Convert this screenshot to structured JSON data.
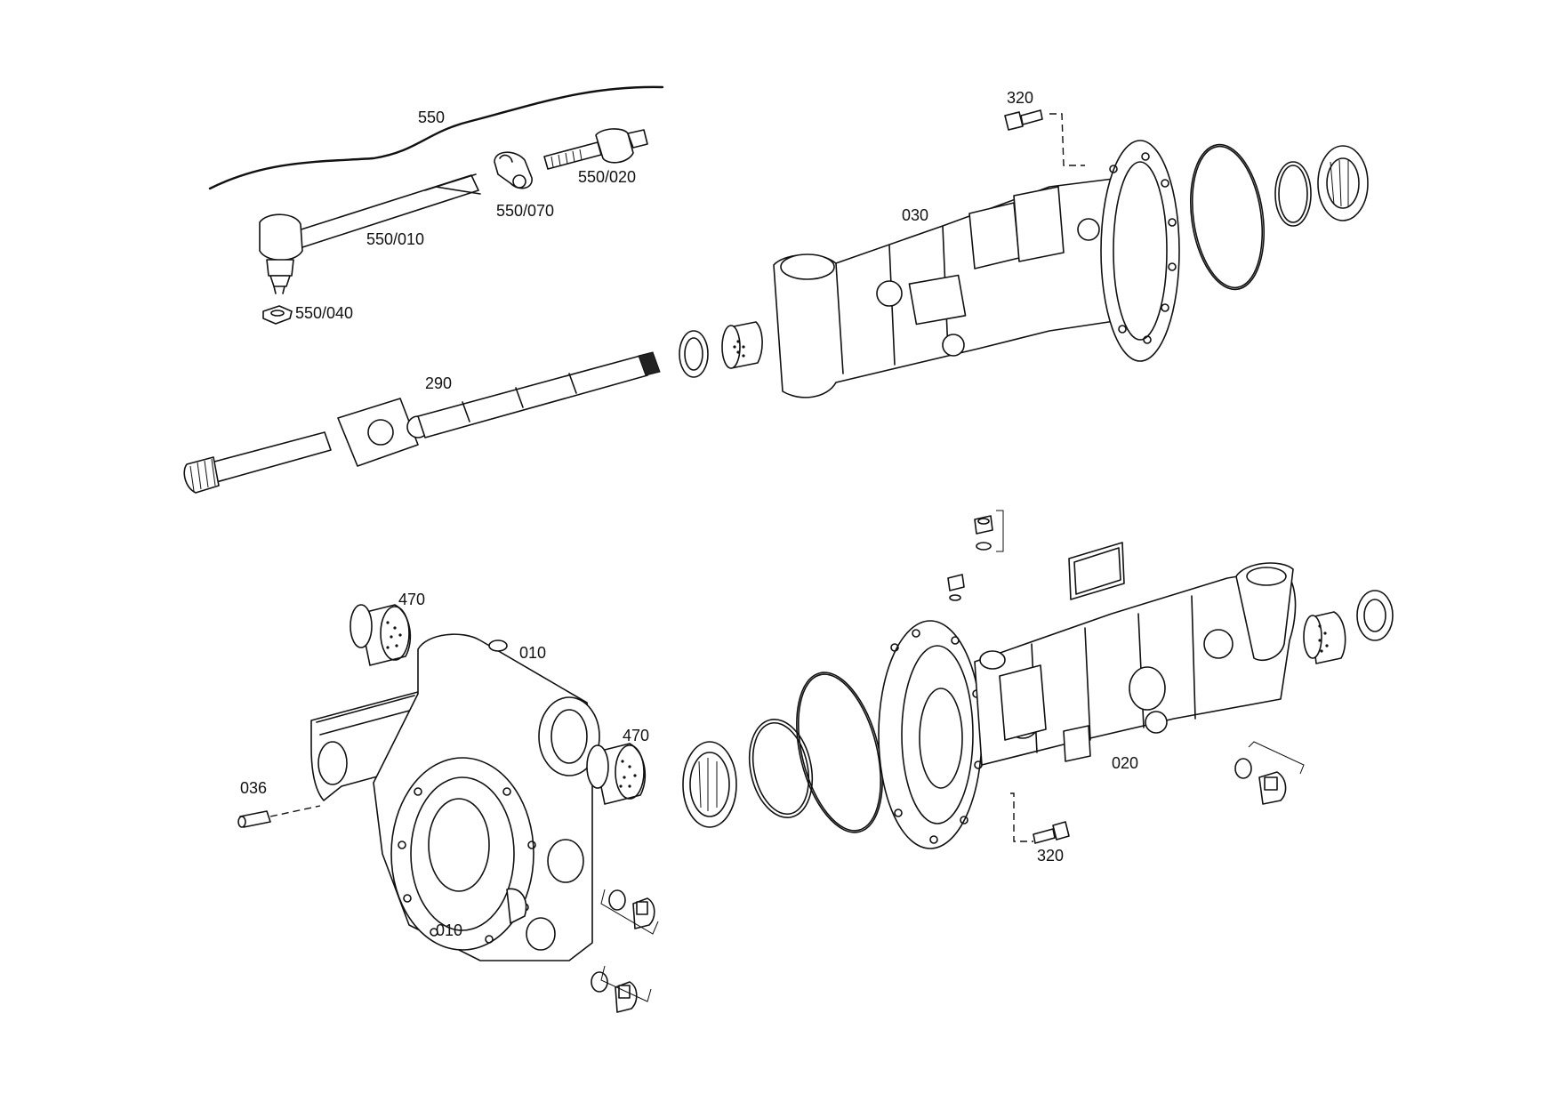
{
  "labels": {
    "l550": "550",
    "l550_010": "550/010",
    "l550_020": "550/020",
    "l550_040": "550/040",
    "l550_070": "550/070",
    "l290": "290",
    "l030": "030",
    "l320_top": "320",
    "l320_bottom": "320",
    "l470_top": "470",
    "l470_right": "470",
    "l010": "010",
    "l036": "036",
    "l020": "020",
    "l010_bottom": "010"
  }
}
